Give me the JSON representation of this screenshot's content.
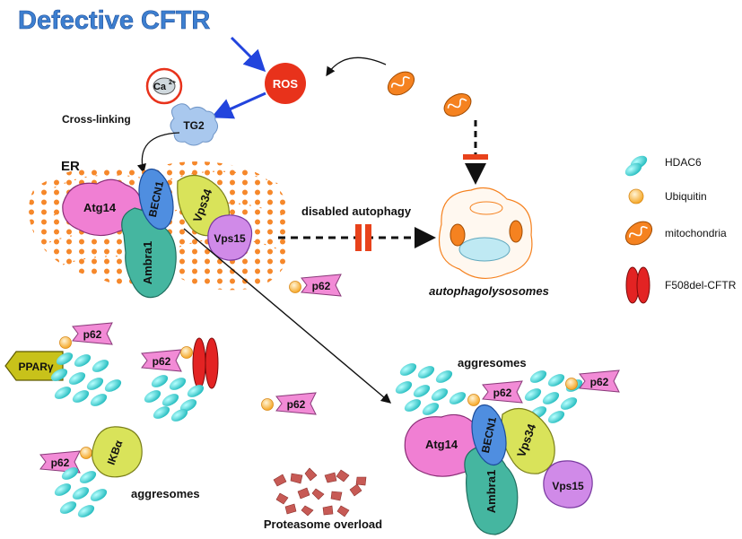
{
  "title": "Defective CFTR",
  "nodes": {
    "ros": "ROS",
    "tg2": "TG2",
    "calcium": "Ca",
    "calcium_charge": "2+",
    "er": "ER",
    "crosslinking": "Cross-linking",
    "atg14": "Atg14",
    "becn1": "BECN1",
    "vps34": "Vps34",
    "vps15": "Vps15",
    "ambra1": "Ambra1",
    "p62": "p62",
    "ppar": "PPARγ",
    "ikb": "IKBα",
    "disabled_autophagy": "disabled autophagy",
    "autophagolysosomes": "autophagolysosomes",
    "aggresomes_top": "aggresomes",
    "aggresomes_bottom": "aggresomes",
    "proteasome_overload": "Proteasome overload"
  },
  "legend": [
    {
      "label": "HDAC6",
      "icon": "hdac6-icon"
    },
    {
      "label": "Ubiquitin",
      "icon": "ubiquitin-icon"
    },
    {
      "label": "mitochondria",
      "icon": "mitochondria-icon"
    },
    {
      "label": "F508del-CFTR",
      "icon": "cftr-icon"
    }
  ],
  "colors": {
    "title": "#3d7fd0",
    "ros": "#e8321b",
    "tg2": "#a9c8ee",
    "atg14": "#f07fd3",
    "becn1": "#4f8ee0",
    "vps34": "#d9e35a",
    "vps15": "#d08ae8",
    "ambra1": "#45b6a0",
    "p62": "#f28bd6",
    "hdac6": "#33d0cf",
    "ubiquitin": "#f9b549",
    "mito": "#f58220",
    "cftr": "#e32323",
    "ppar": "#c8c21a",
    "arrow_blue": "#2244dd",
    "er_dots": "#f58220",
    "block": "#e8421b"
  }
}
